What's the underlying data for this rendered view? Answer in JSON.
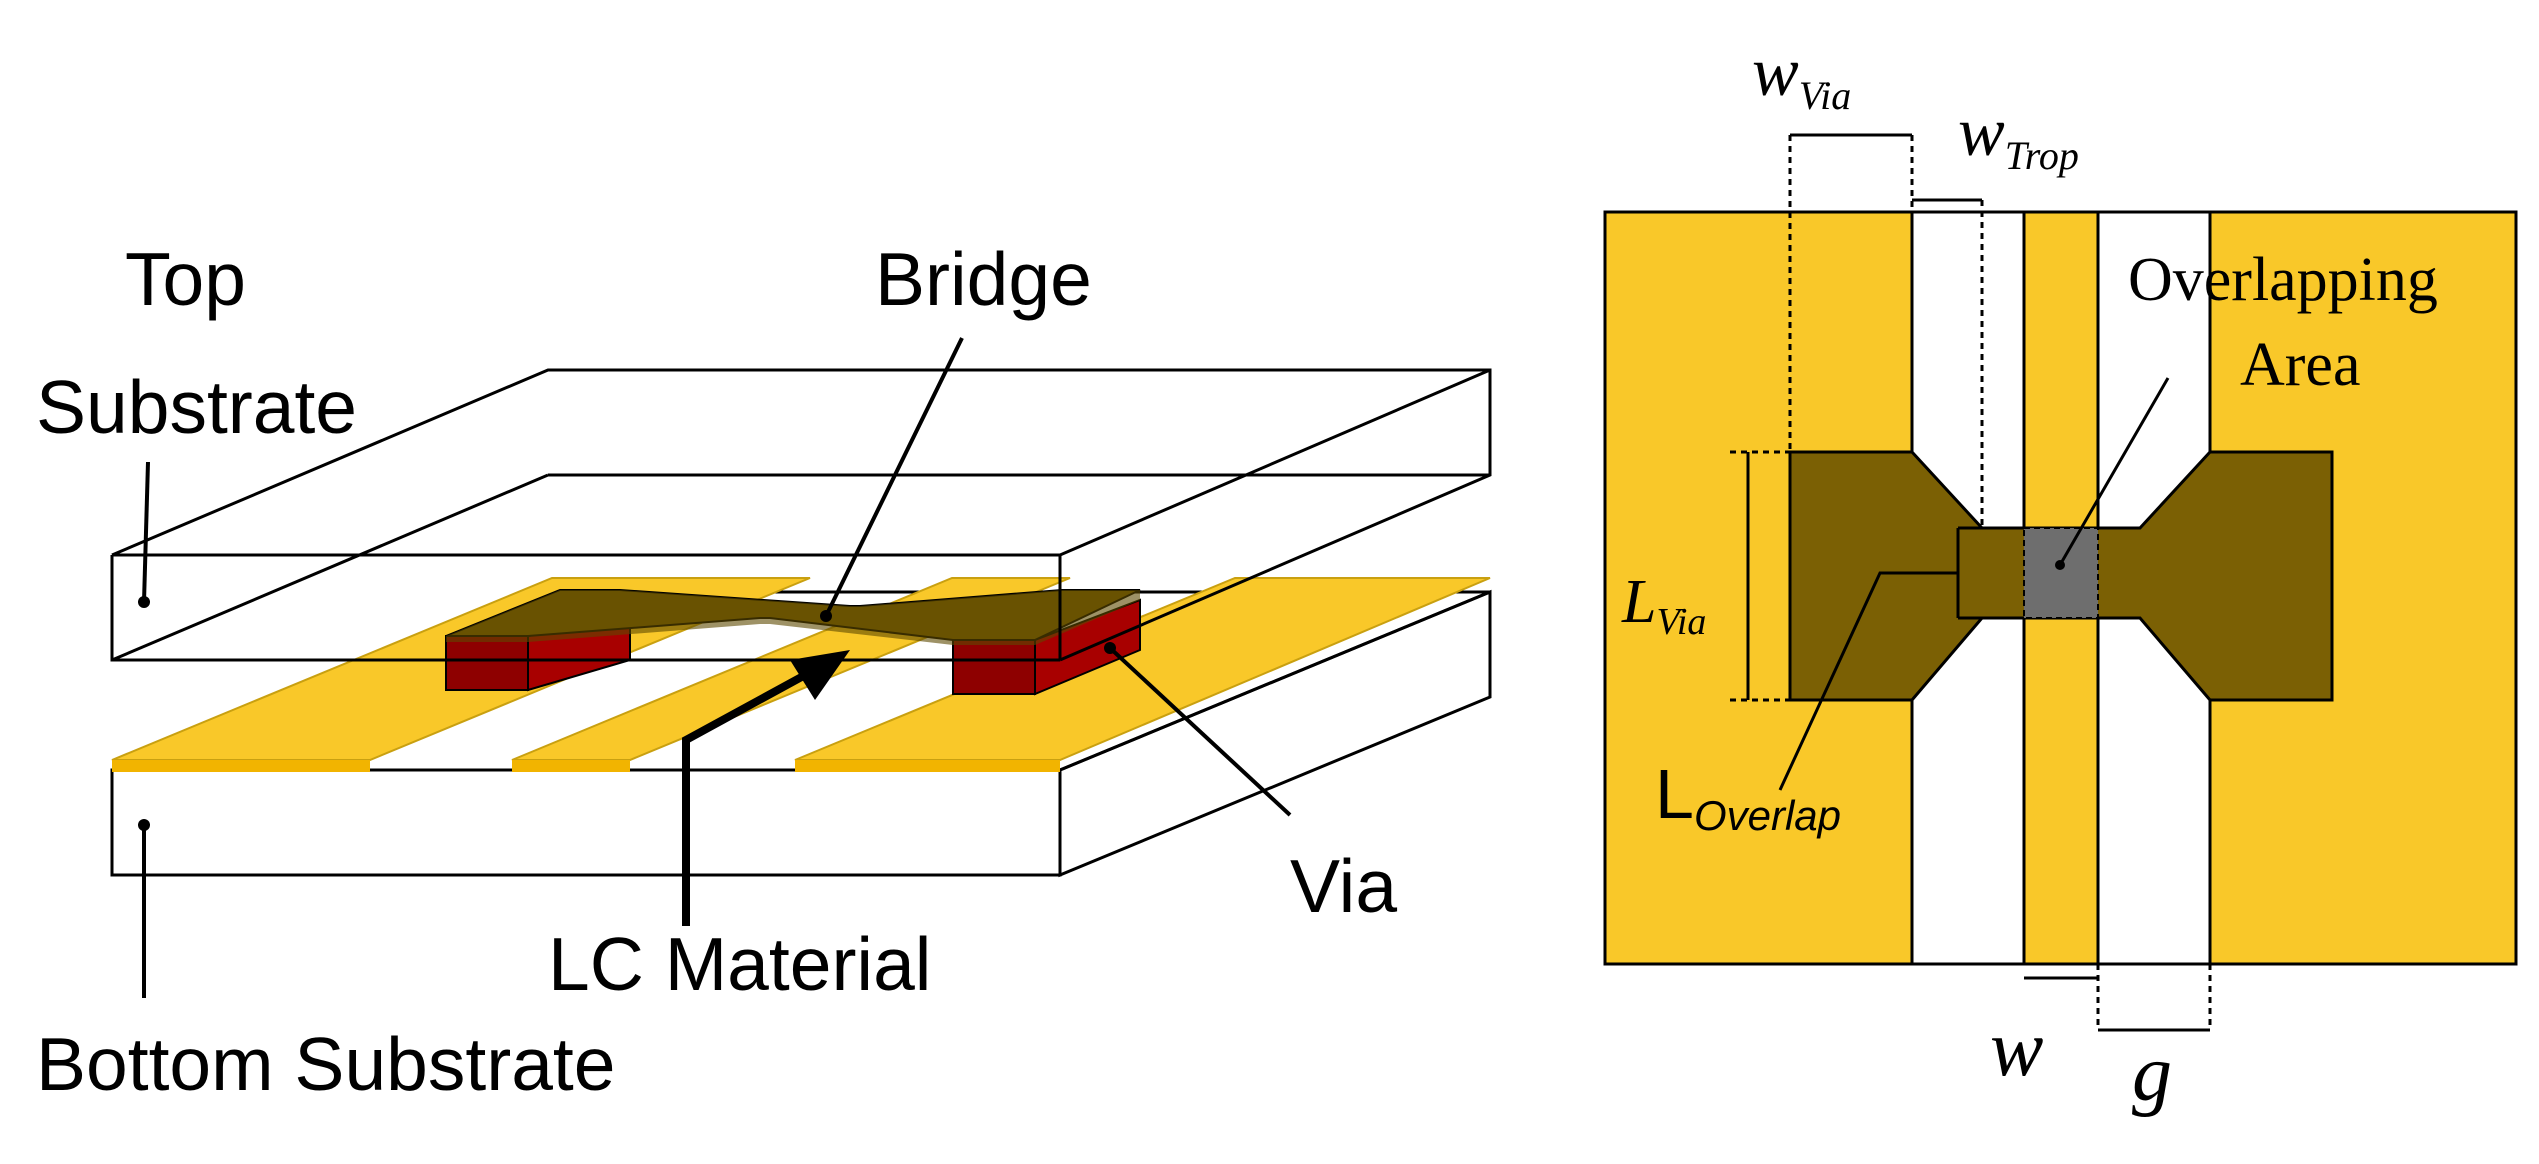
{
  "colors": {
    "gold": "#F9C829",
    "bridge": "#7B6004",
    "via": "#8E0000",
    "overlap": "#6E6E6E",
    "outline": "#000000"
  },
  "left_figure": {
    "labels": {
      "top_substrate_line1": "Top",
      "top_substrate_line2": "Substrate",
      "bridge": "Bridge",
      "via": "Via",
      "lc_material": "LC Material",
      "bottom_substrate": "Bottom Substrate"
    }
  },
  "right_figure": {
    "labels": {
      "w_via_main": "w",
      "w_via_sub": "Via",
      "w_trop_main": "w",
      "w_trop_sub": "Trop",
      "overlapping_area_line1": "Overlapping",
      "overlapping_area_line2": "Area",
      "l_via_main": "L",
      "l_via_sub": "Via",
      "l_overlap_main": "L",
      "l_overlap_sub": "Overlap",
      "w": "w",
      "g": "g"
    }
  }
}
